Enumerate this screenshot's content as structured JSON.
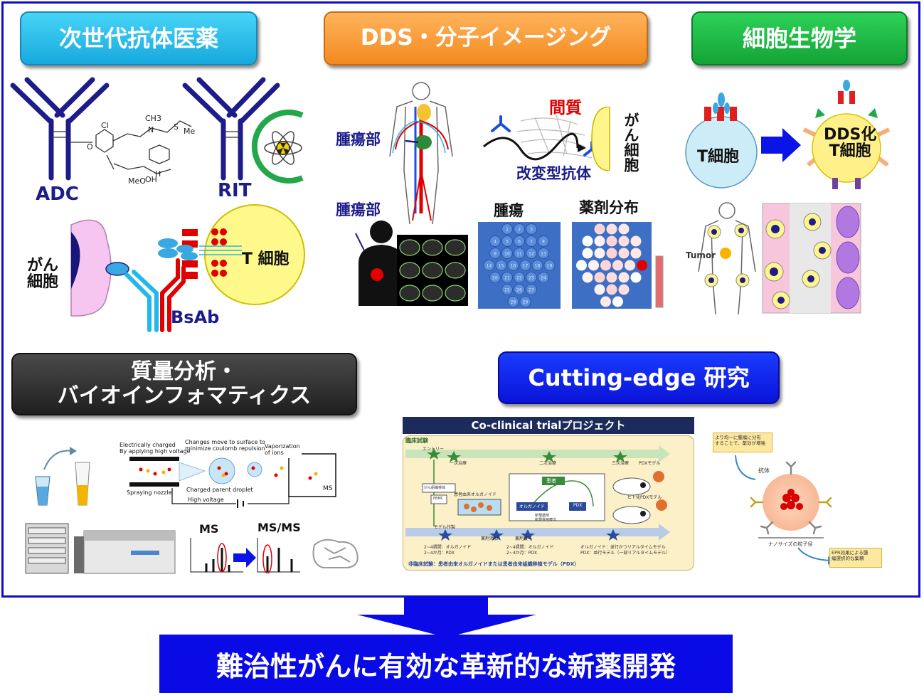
{
  "headings": {
    "antibody": "次世代抗体医薬",
    "dds": "DDS・分子イメージング",
    "cell_bio": "細胞生物学",
    "mass_spec_line1": "質量分析・",
    "mass_spec_line2": "バイオインフォマティクス",
    "cutting_edge": "Cutting-edge 研究"
  },
  "antibody_panel": {
    "adc": "ADC",
    "rit": "RIT",
    "bsab": "BsAb",
    "cancer_cell_l1": "がん",
    "cancer_cell_l2": "細胞",
    "t_cell": "T 細胞",
    "chem": {
      "cl": "Cl",
      "ch3": "CH3",
      "n": "N",
      "s": "S",
      "me": "Me",
      "o": "O",
      "meo": "MeO",
      "oh": "OH",
      "h": "H"
    }
  },
  "dds_panel": {
    "tumor_site_1": "腫瘍部",
    "tumor_site_2": "腫瘍部",
    "stroma": "間質",
    "cancer_cell": "がん細胞",
    "modified_antibody": "改変型抗体",
    "tumor": "腫瘍",
    "drug_distribution": "薬剤分布",
    "grid_numbers": [
      "1",
      "2",
      "3",
      "4",
      "5",
      "6",
      "7",
      "8",
      "9",
      "10",
      "11",
      "12",
      "13",
      "14",
      "15",
      "16",
      "17",
      "18",
      "19",
      "20",
      "21",
      "22",
      "23",
      "24",
      "25",
      "26",
      "27",
      "28",
      "29"
    ]
  },
  "cell_panel": {
    "t_cell": "T細胞",
    "dds_t_cell_l1": "DDS化",
    "dds_t_cell_l2": "T細胞",
    "tumor": "Tumor"
  },
  "ms_panel": {
    "charged_l1": "Electrically charged",
    "charged_l2": "By applying high voltage",
    "changes_l1": "Changes move to surface to",
    "changes_l2": "minimize coulomb repulsion",
    "vapor_l1": "Vaporization",
    "vapor_l2": "of ions",
    "spraying_nozzle": "Spraying nozzle",
    "parent_droplet": "Charged parent droplet",
    "high_voltage": "High voltage",
    "ms_small": "MS",
    "ms": "MS",
    "msms": "MS/MS"
  },
  "coclinical": {
    "title": "Co-clinical trialプロジェクト",
    "clinical_trial": "臨床試験",
    "entry": "エントリー",
    "first_line": "一次治療",
    "second_line": "二次治療",
    "third_line": "三次治療",
    "pdx_model": "PDXモデル",
    "humanized_pdx": "ヒト化PDXモデル",
    "patient": "患者",
    "organoid": "オルガノイド",
    "pdx": "PDX",
    "cancer_sample": "がん組織検体",
    "pbmc": "PBMC",
    "patient_organoid": "患者由来オルガノイド",
    "model_creation": "モデル作製",
    "drug_add": "薬剤添加",
    "drug_admin": "薬剤投与",
    "new_drug_eval": "新規薬剤\n新規併用療法",
    "period_1": "2~4週間：オルガノイド\n2~4か月：PDX",
    "period_2": "2~4週間：オルガノイド\n2~4か月：PDX",
    "period_3": "オルガノイド：並行かつリアルタイムモデル\nPDX：並行モデル（一部リアルタイムモデル）",
    "nonclinical": "非臨床試験：患者由来オルガノイドまたは患者由来組織移植モデル（PDX）"
  },
  "epr": {
    "top_note_l1": "より均一に腫瘍に分布",
    "top_note_l2": "することで、薬効が増強",
    "antibody": "抗体",
    "nanoparticle": "ナノサイズの粒子径",
    "bottom_note_l1": "EPR効果による腫",
    "bottom_note_l2": "瘍選択的な集積"
  },
  "goal": "難治性がんに有効な革新的な新薬開発",
  "colors": {
    "frame": "#0d0dd0",
    "goal_bg": "#0a0ae6",
    "antibody_blue": "#1c1c8a",
    "red": "#e00000",
    "cyan": "#22b8e8"
  }
}
